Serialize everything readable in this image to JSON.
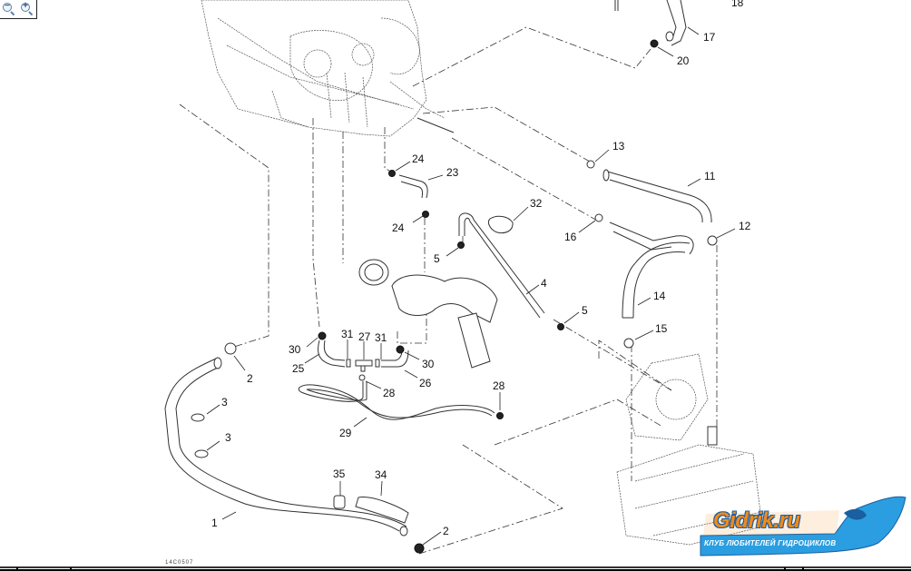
{
  "viewer": {
    "toolbar": {
      "zoom_out_icon": "zoom-out-magnifier",
      "zoom_in_icon": "zoom-in-magnifier",
      "zoom_out_symbol": "−",
      "zoom_in_symbol": "+"
    }
  },
  "diagram": {
    "title": "Cooling system hoses exploded view",
    "drawing_code": "14C0507",
    "callouts": [
      "18",
      "17",
      "20",
      "24",
      "23",
      "13",
      "11",
      "32",
      "24",
      "5",
      "12",
      "16",
      "4",
      "14",
      "5",
      "15",
      "30",
      "31",
      "27",
      "31",
      "25",
      "30",
      "26",
      "2",
      "28",
      "3",
      "28",
      "29",
      "3",
      "35",
      "34",
      "1",
      "2"
    ]
  },
  "logo": {
    "wordmark": "Gidrik.ru",
    "tagline": "КЛУБ ЛЮБИТЕЛЕЙ ГИДРОЦИКЛОВ",
    "colors": {
      "orange": "#f08a1c",
      "blue": "#2a9ee0",
      "dark_blue": "#1a5fa0"
    }
  }
}
